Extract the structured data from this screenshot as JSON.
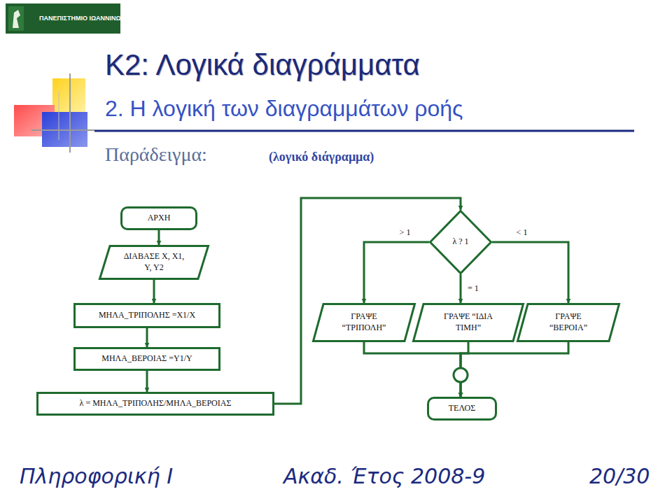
{
  "diagram": {
    "title": "Κ2: Λογικά διαγράμματα",
    "nodes": [
      {
        "text": [
          "ΑΡΧΗ"
        ]
      },
      {
        "text": [
          "ΔΙΑΒΑΣΕ X, X1, Y, Y2"
        ]
      },
      {
        "text": [
          "ΜΗΛΑ_ΤΡΙΠΟΛΗΣ =X1/X"
        ]
      },
      {
        "text": [
          "ΜΗΛΑ_ΒΕΡΟΙΑΣ =Y1/Y"
        ]
      },
      {
        "text": [
          "λ = ΜΗΛΑ_ΤΡΙΠΟΛΗΣ/ΜΗΛΑ_ΒΕΡΟΙΑΣ"
        ]
      },
      {
        "text": [
          "λ ? 1"
        ]
      },
      {
        "text": [
          "ΓΡΑΨΕ “ΤΡΙΠΟΛΗ”"
        ]
      },
      {
        "text": [
          "ΓΡΑΨΕ “ΙΔΙΑ ΤΙΜΗ”"
        ]
      },
      {
        "text": [
          "ΓΡΑΨΕ “ΒΕΡΟΙΑ”"
        ]
      },
      {
        "text": [
          "ΤΕΛΟΣ"
        ]
      }
    ],
    "edges": [
      {
        "from": 0,
        "to": 1,
        "arrow": "to"
      },
      {
        "from": 1,
        "to": 2,
        "arrow": "to"
      },
      {
        "from": 2,
        "to": 3,
        "arrow": "to"
      },
      {
        "from": 3,
        "to": 4,
        "arrow": "to"
      },
      {
        "from": 4,
        "to": 5,
        "arrow": "to"
      },
      {
        "from": 5,
        "to": 6,
        "label": "> 1",
        "arrow": "to"
      },
      {
        "from": 5,
        "to": 7,
        "label": "= 1",
        "arrow": "to"
      },
      {
        "from": 5,
        "to": 8,
        "label": "< 1",
        "arrow": "to"
      },
      {
        "from": 6,
        "to": 9,
        "arrow": "to"
      },
      {
        "from": 7,
        "to": 9,
        "arrow": "to"
      },
      {
        "from": 8,
        "to": 9,
        "arrow": "to"
      }
    ],
    "labels": [
      "ΠΑΝΕΠΙΣΤΗΜΙΟ ΙΩΑΝΝΙΝΩΝ",
      "2. Η λογική των διαγραμμάτων ροής",
      "Παράδειγμα:",
      "(λογικό διάγραμμα)",
      "Πληροφορική Ι",
      "Ακαδ. Έτος 2008-9",
      "20/30"
    ]
  }
}
